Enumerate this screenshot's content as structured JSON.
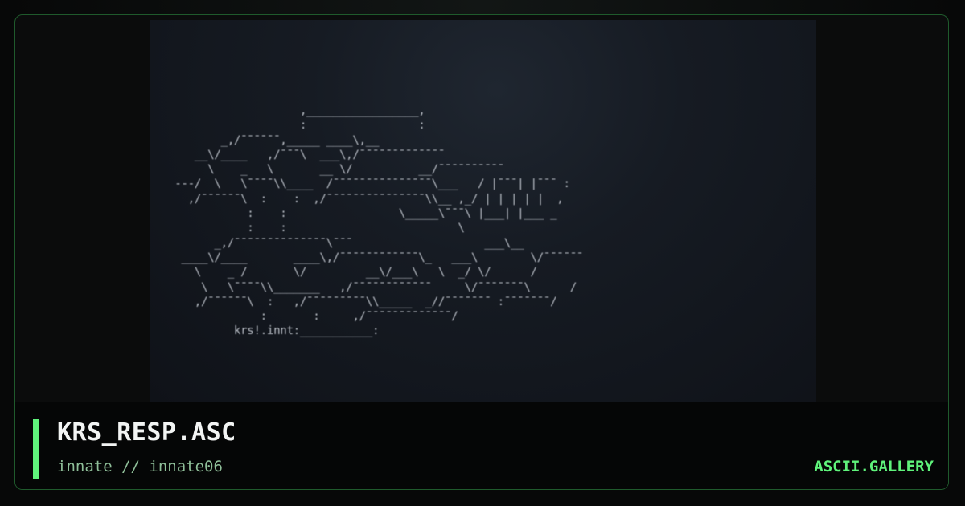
{
  "artwork": {
    "ascii_art": "                    ,_________________,\n                    :                 :\n        _,/¯¯¯¯¯¯,_____ ____\\,__\n    __\\/____   ,/¯¯¯\\  ___\\,/¯¯¯¯¯¯¯¯¯¯¯¯¯\n      \\    _   \\       __ \\/          __/¯¯¯¯¯¯¯¯¯¯\n ---/  \\   \\¯¯¯¯\\\\____  /¯¯¯¯¯¯¯¯¯¯¯¯¯¯¯\\___   / |¯¯¯| |¯¯¯ :\n   ,/¯¯¯¯¯¯\\  :    :  ,/¯¯¯¯¯¯¯¯¯¯¯¯¯¯¯\\\\__ ,_/ | | | | |  ,\n            :    :                 \\_____\\¯¯¯\\ |___| |___ _\n            :    :                          \\\n       _,/¯¯¯¯¯¯¯¯¯¯¯¯¯¯\\¯¯¯                    ___\\__\n  ____\\/____       ____\\,/¯¯¯¯¯¯¯¯¯¯¯¯\\_   ___\\        \\/¯¯¯¯¯¯\n    \\    _ /       \\/         __\\/___\\   \\  _/ \\/      /\n     \\   \\¯¯¯¯\\\\_______   ,/¯¯¯¯¯¯¯¯¯¯¯¯     \\/¯¯¯¯¯¯¯\\      /\n    ,/¯¯¯¯¯¯\\  :   ,/¯¯¯¯¯¯¯¯¯\\\\_____  _//¯¯¯¯¯¯¯ :¯¯¯¯¯¯¯/\n              :       :     ,/¯¯¯¯¯¯¯¯¯¯¯¯¯/\n          krs!.innt:___________:"
  },
  "footer": {
    "title": "KRS_RESP.ASC",
    "byline": "innate // innate06",
    "brand": "ASCII.GALLERY"
  },
  "colors": {
    "accent": "#5ff37b",
    "frame_border": "#1f5a2c",
    "footer_bg": "#050606",
    "art_text": "#c9ced6",
    "byline": "#8fbf99"
  }
}
